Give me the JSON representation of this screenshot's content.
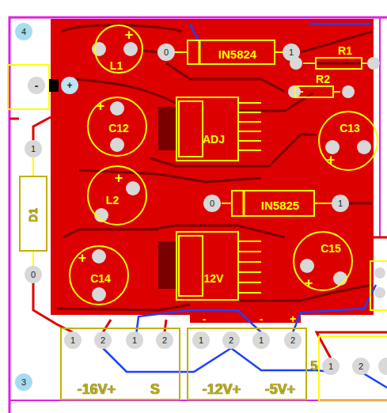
{
  "diagram": {
    "nodes": [
      {
        "text": [
          "L1"
        ]
      },
      {
        "text": [
          "IN5824"
        ]
      },
      {
        "text": [
          "R1"
        ]
      },
      {
        "text": [
          "R2"
        ]
      },
      {
        "text": [
          "C12"
        ]
      },
      {
        "text": [
          "ADJ"
        ]
      },
      {
        "text": [
          "C13"
        ]
      },
      {
        "text": [
          "D1"
        ]
      },
      {
        "text": [
          "L2"
        ]
      },
      {
        "text": [
          "IN5825"
        ]
      },
      {
        "text": [
          "C15"
        ]
      },
      {
        "text": [
          "12V"
        ]
      },
      {
        "text": [
          "C14"
        ]
      },
      {
        "text": [
          "-16V+",
          "S"
        ]
      },
      {
        "text": [
          "-12V+",
          "-5V+"
        ]
      }
    ],
    "labels": [
      "4",
      "3",
      "0",
      "1",
      "1",
      "0",
      "0",
      "1",
      "1",
      "2",
      "1",
      "2",
      "1",
      "2",
      "1",
      "2",
      "5",
      "1",
      "2",
      "-",
      "+",
      "+",
      "+",
      "+",
      "+",
      "+",
      "+",
      "-",
      "-",
      "+"
    ]
  }
}
